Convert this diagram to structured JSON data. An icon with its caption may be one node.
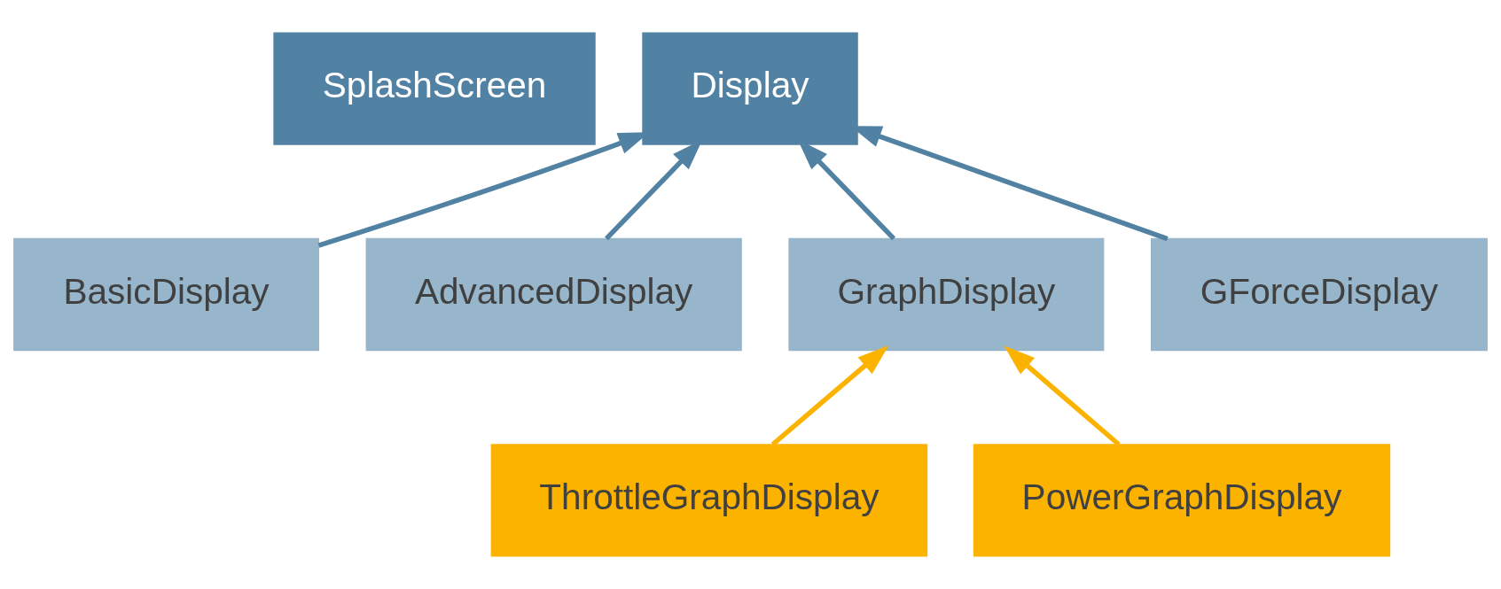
{
  "diagram": {
    "nodes": [
      {
        "text": [
          "SplashScreen"
        ]
      },
      {
        "text": [
          "Display"
        ]
      },
      {
        "text": [
          "BasicDisplay"
        ]
      },
      {
        "text": [
          "AdvancedDisplay"
        ]
      },
      {
        "text": [
          "GraphDisplay"
        ]
      },
      {
        "text": [
          "GForceDisplay"
        ]
      },
      {
        "text": [
          "ThrottleGraphDisplay"
        ]
      },
      {
        "text": [
          "PowerGraphDisplay"
        ]
      }
    ],
    "edges": [
      {
        "from": 2,
        "to": 1,
        "arrow": "to"
      },
      {
        "from": 3,
        "to": 1,
        "arrow": "to"
      },
      {
        "from": 4,
        "to": 1,
        "arrow": "to"
      },
      {
        "from": 5,
        "to": 1,
        "arrow": "to"
      },
      {
        "from": 6,
        "to": 4,
        "arrow": "to",
        "color": "#fcb300"
      },
      {
        "from": 7,
        "to": 4,
        "arrow": "to",
        "color": "#fcb300"
      }
    ]
  }
}
